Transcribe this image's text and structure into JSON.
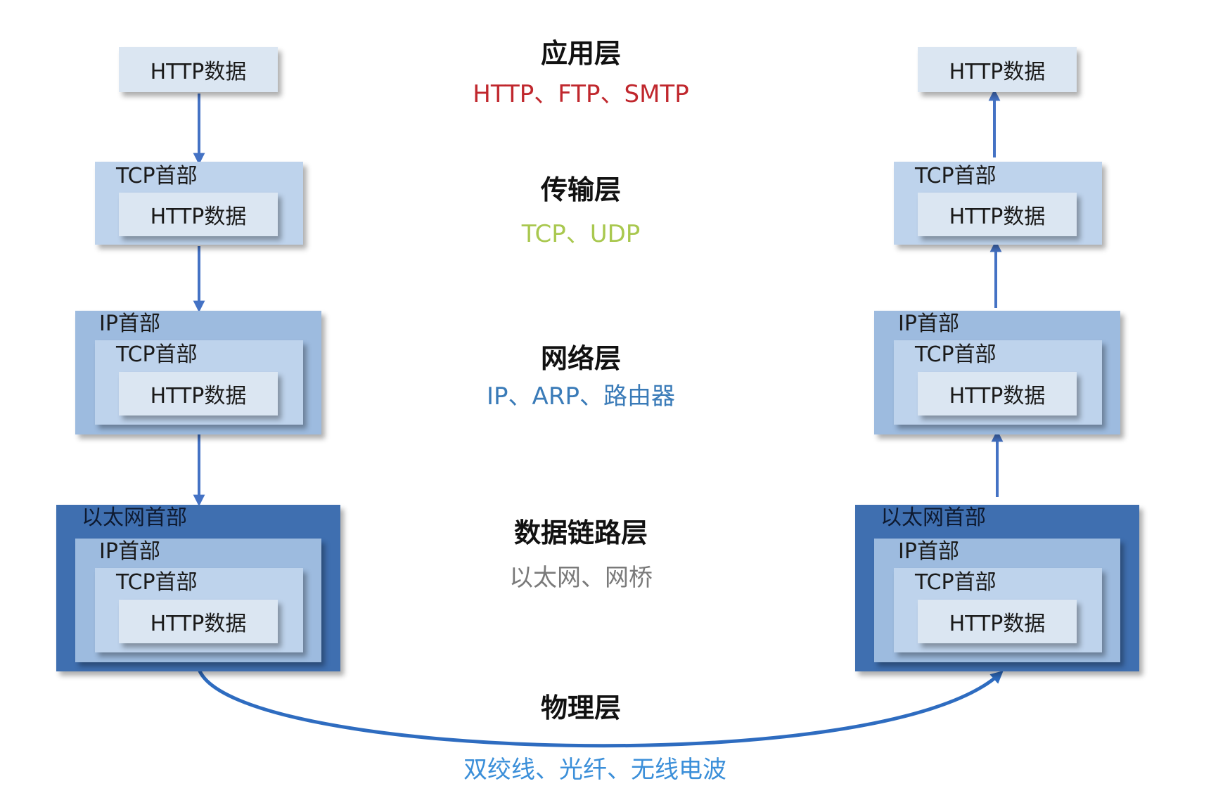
{
  "colors": {
    "ethernet_box": "#3f6fb0",
    "ip_box": "#9dbbdf",
    "tcp_box": "#bed3ec",
    "http_box": "#dbe6f2",
    "arrow": "#4472c4"
  },
  "box_labels": {
    "http_data": "HTTP数据",
    "tcp_header": "TCP首部",
    "ip_header": "IP首部",
    "ethernet_header": "以太网首部"
  },
  "layers": {
    "application": {
      "name": "应用层",
      "protocols": "HTTP、FTP、SMTP",
      "color": "#c0272d"
    },
    "transport": {
      "name": "传输层",
      "protocols": "TCP、UDP",
      "color": "#a9c84f"
    },
    "network": {
      "name": "网络层",
      "protocols": "IP、ARP、路由器",
      "color": "#3a7bb8"
    },
    "data_link": {
      "name": "数据链路层",
      "protocols": "以太网、网桥",
      "color": "#7a7a7a"
    },
    "physical": {
      "name": "物理层",
      "protocols": "双绞线、光纤、无线电波",
      "color": "#3b8fd9"
    }
  }
}
